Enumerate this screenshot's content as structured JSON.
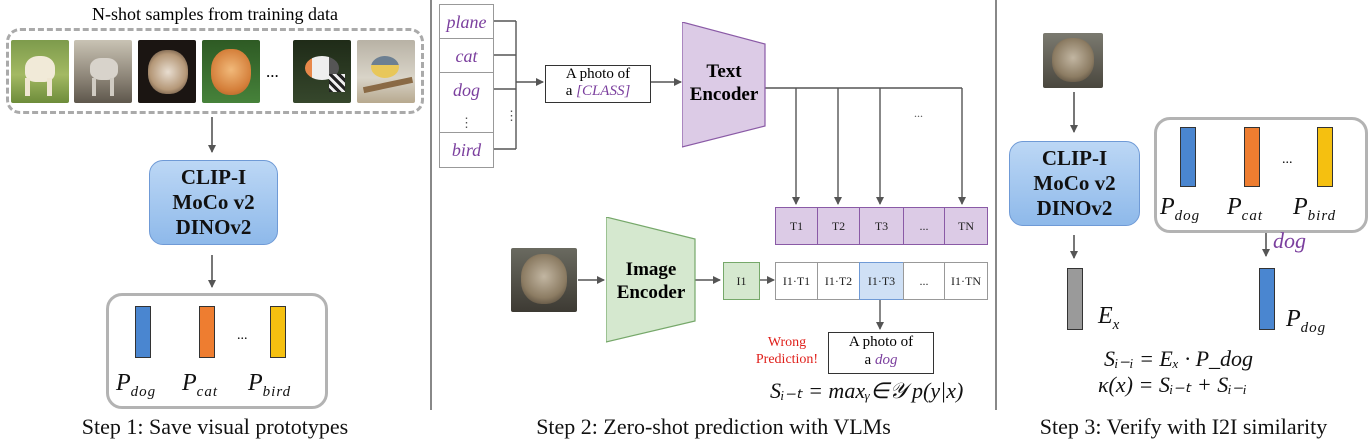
{
  "step1": {
    "title": "N-shot samples from training data",
    "ellipsis": "...",
    "models": [
      "CLIP-I",
      "MoCo v2",
      "DINOv2"
    ],
    "prototypes": [
      {
        "base": "P",
        "sub": "dog",
        "color": "#4a86d0"
      },
      {
        "base": "P",
        "sub": "cat",
        "color": "#ee7d30"
      },
      {
        "base": "P",
        "sub": "bird",
        "color": "#f5c010"
      }
    ],
    "proto_ellipsis": "...",
    "caption": "Step 1: Save visual prototypes"
  },
  "step2": {
    "classes": [
      "plane",
      "cat",
      "dog",
      "bird"
    ],
    "vdots": "⋮",
    "template_line1": "A photo of",
    "template_line2_prefix": "a ",
    "template_class": "[CLASS]",
    "text_encoder": [
      "Text",
      "Encoder"
    ],
    "image_encoder": [
      "Image",
      "Encoder"
    ],
    "ellipsis": "...",
    "text_tokens": [
      "T1",
      "T2",
      "T3",
      "...",
      "TN"
    ],
    "image_token": "I1",
    "products": [
      "I1·T1",
      "I1·T2",
      "I1·T3",
      "...",
      "I1·TN"
    ],
    "wrong_prediction": [
      "Wrong",
      "Prediction!"
    ],
    "prediction_line1": "A photo of",
    "prediction_prefix": "a ",
    "prediction_class": "dog",
    "formula": "Sᵢ₋ₜ = maxᵧ∈𝒴 p(y|x)",
    "caption": "Step 2: Zero-shot prediction with VLMs"
  },
  "step3": {
    "models": [
      "CLIP-I",
      "MoCo v2",
      "DINOv2"
    ],
    "prototypes": [
      {
        "base": "P",
        "sub": "dog",
        "color": "#4a86d0"
      },
      {
        "base": "P",
        "sub": "cat",
        "color": "#ee7d30"
      },
      {
        "base": "P",
        "sub": "bird",
        "color": "#f5c010"
      }
    ],
    "proto_ellipsis": "...",
    "selected_class": "dog",
    "embedding_label": {
      "base": "E",
      "sub": "x"
    },
    "selected_proto": {
      "base": "P",
      "sub": "dog",
      "color": "#4a86d0"
    },
    "embed_color": "#9a9a9a",
    "formula1": "Sᵢ₋ᵢ = Eₓ · P_dog",
    "formula2": "κ(x) = Sᵢ₋ₜ + Sᵢ₋ᵢ",
    "caption": "Step 3: Verify with I2I similarity"
  }
}
